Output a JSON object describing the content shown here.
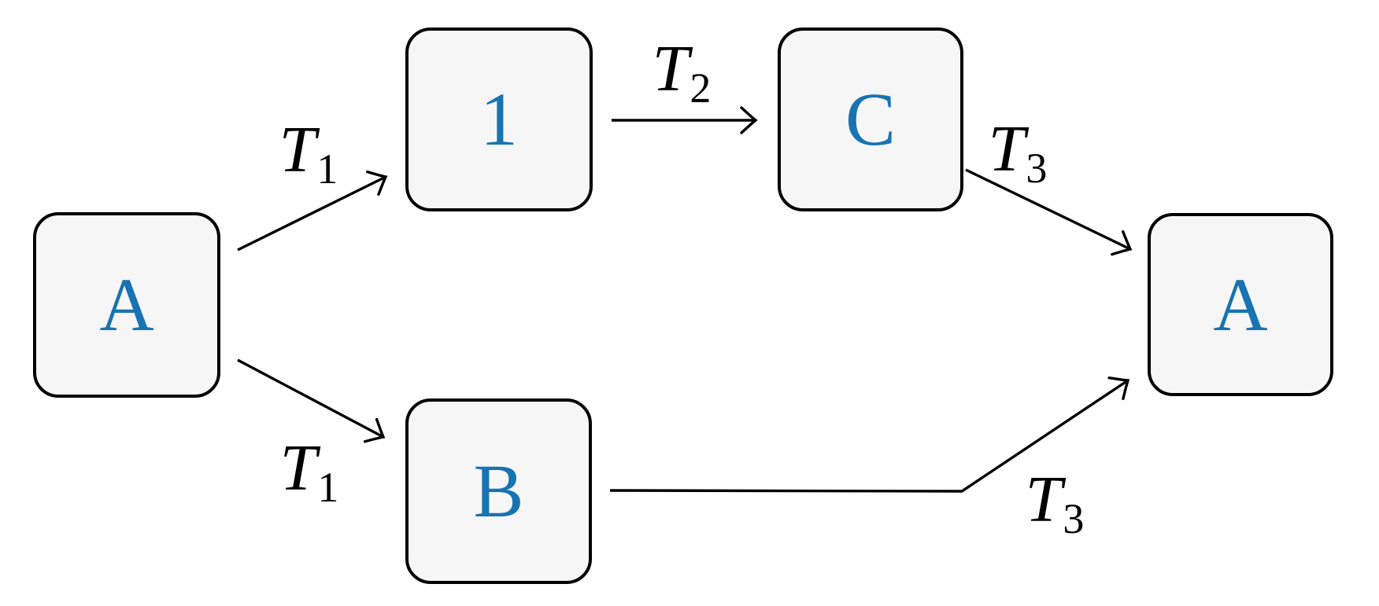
{
  "diagram": {
    "colors": {
      "background": "#ffffff",
      "node_fill": "#f6f6f6",
      "node_border": "#000000",
      "edge_stroke": "#000000",
      "node_text_blue": "#1873b2"
    },
    "nodes": [
      {
        "id": "a-left",
        "label": "A"
      },
      {
        "id": "one",
        "label": "1"
      },
      {
        "id": "c",
        "label": "C"
      },
      {
        "id": "b",
        "label": "B"
      },
      {
        "id": "a-right",
        "label": "A"
      }
    ],
    "edges": [
      {
        "from": "A",
        "to": "1",
        "label_base": "T",
        "label_sub": "1",
        "label_position": "above"
      },
      {
        "from": "A",
        "to": "B",
        "label_base": "T",
        "label_sub": "1",
        "label_position": "below"
      },
      {
        "from": "1",
        "to": "C",
        "label_base": "T",
        "label_sub": "2",
        "label_position": "above"
      },
      {
        "from": "C",
        "to": "A",
        "label_base": "T",
        "label_sub": "3",
        "label_position": "above"
      },
      {
        "from": "B",
        "to": "A",
        "label_base": "T",
        "label_sub": "3",
        "label_position": "below"
      }
    ]
  }
}
